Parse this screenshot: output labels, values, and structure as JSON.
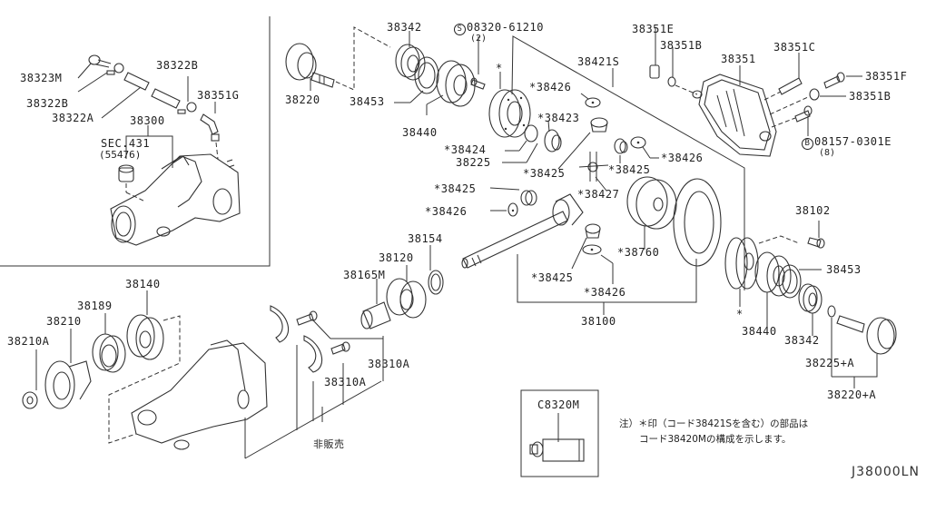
{
  "diagram": {
    "id": "J38000LN",
    "inset_kit_label": "C8320M",
    "not_sold_label": "非販売",
    "note_lines": [
      "注）＊印（コード38421Sを含む）の部品は",
      "コード38420Mの構成を示します。"
    ],
    "section_ref": {
      "label": "SEC.431",
      "sub": "(55476)"
    },
    "special_fasteners": [
      {
        "symbol": "S",
        "part": "08320-61210",
        "qty": "(2)"
      },
      {
        "symbol": "B",
        "part": "08157-0301E",
        "qty": "(8)"
      }
    ],
    "star_marker": "*",
    "parts": {
      "p38323M": "38323M",
      "p38322B_a": "38322B",
      "p38322A": "38322A",
      "p38322B_b": "38322B",
      "p38351G": "38351G",
      "p38300": "38300",
      "p38220": "38220",
      "p38342_a": "38342",
      "p38453_a": "38453",
      "p38440_a": "38440",
      "p38421S": "38421S",
      "p38426_a": "*38426",
      "p38423": "*38423",
      "p38424": "*38424",
      "p38225": "38225",
      "p38425_a": "*38425",
      "p38425_b": "*38425",
      "p38426_b": "*38426",
      "p38425_c": "*38425",
      "p38427": "*38427",
      "p38426_c": "*38426",
      "p38760": "*38760",
      "p38425_d": "*38425",
      "p38426_d": "*38426",
      "p38100": "38100",
      "p38351E": "38351E",
      "p38351B_a": "38351B",
      "p38351": "38351",
      "p38351C": "38351C",
      "p38351F": "38351F",
      "p38351B_b": "38351B",
      "p38102": "38102",
      "p38453_b": "38453",
      "p38440_b": "38440",
      "p38342_b": "38342",
      "p38225A": "38225+A",
      "p38220A": "38220+A",
      "p38154": "38154",
      "p38120": "38120",
      "p38165M": "38165M",
      "p38140": "38140",
      "p38189": "38189",
      "p38210": "38210",
      "p38210A": "38210A",
      "p38310A_a": "38310A",
      "p38310A_b": "38310A"
    }
  }
}
